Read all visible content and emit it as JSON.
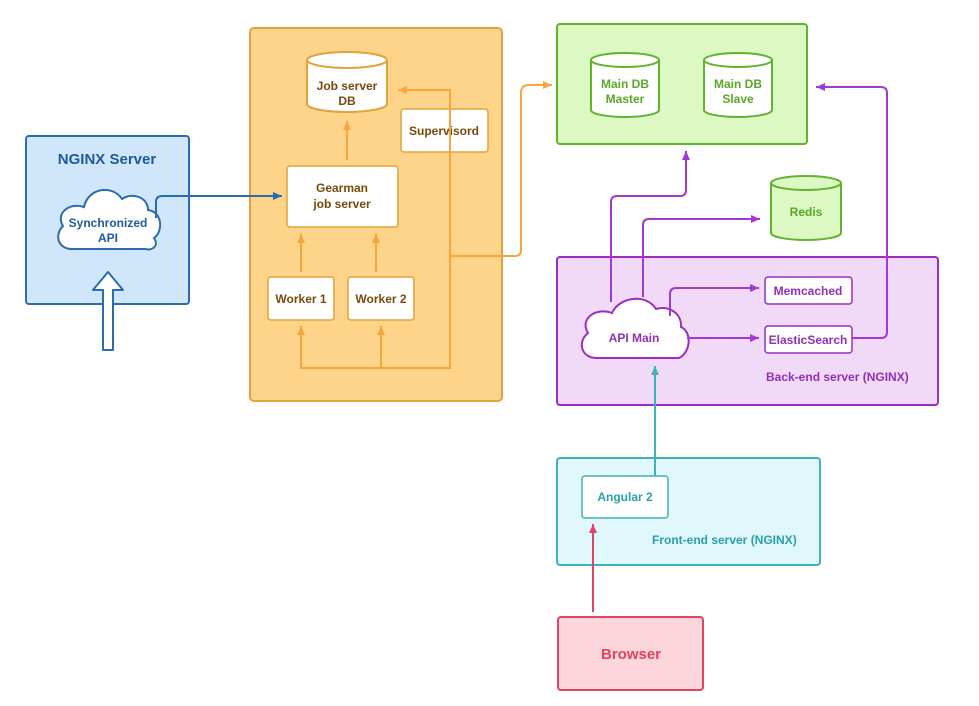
{
  "colors": {
    "nginx_fill": "#d0e7fb",
    "nginx_stroke": "#2a6cae",
    "nginx_text": "#1e5aa0",
    "job_fill": "#fdd48a",
    "job_stroke": "#e2a23c",
    "job_text": "#7a4a0a",
    "job_arrow": "#f5a63d",
    "db_fill": "#dcf9c4",
    "db_stroke": "#61b32d",
    "db_text": "#5aa829",
    "back_fill": "#f1d9f8",
    "back_stroke": "#9a2ec4",
    "back_text": "#9030b8",
    "back_arrow": "#a23ad2",
    "front_fill": "#e0f8fc",
    "front_stroke": "#3fb2b8",
    "front_text": "#2aa0a8",
    "browser_fill": "#fdd5dc",
    "browser_stroke": "#e0445e",
    "browser_text": "#e0445e"
  },
  "nginx_server": {
    "title": "NGINX Server",
    "sync_api_line1": "Synchronized",
    "sync_api_line2": "API"
  },
  "job_server": {
    "db_line1": "Job server",
    "db_line2": "DB",
    "supervisord": "Supervisord",
    "gearman_line1": "Gearman",
    "gearman_line2": "job server",
    "worker1": "Worker 1",
    "worker2": "Worker 2"
  },
  "main_db": {
    "master_line1": "Main DB",
    "master_line2": "Master",
    "slave_line1": "Main DB",
    "slave_line2": "Slave"
  },
  "redis": {
    "label": "Redis"
  },
  "backend": {
    "label": "Back-end server (NGINX)",
    "api_main": "API Main",
    "memcached": "Memcached",
    "elasticsearch": "ElasticSearch"
  },
  "frontend": {
    "label": "Front-end server (NGINX)",
    "angular": "Angular 2"
  },
  "browser": {
    "label": "Browser"
  }
}
